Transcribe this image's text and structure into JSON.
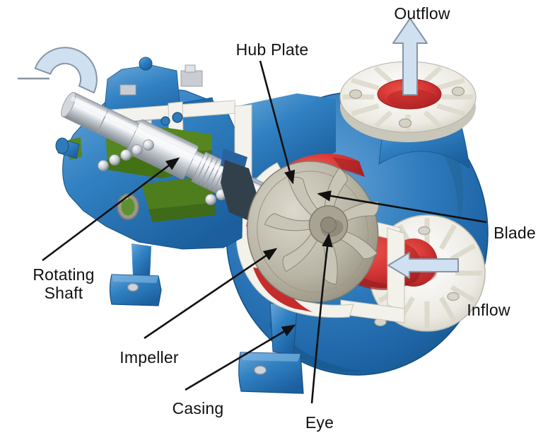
{
  "diagram": {
    "type": "labeled-illustration",
    "subject": "Centrifugal pump cutaway diagram",
    "labels": {
      "outflow": {
        "text": "Outflow"
      },
      "hub_plate": {
        "text": "Hub Plate"
      },
      "rotating_shaft": {
        "text": "Rotating Shaft"
      },
      "impeller": {
        "text": "Impeller"
      },
      "casing": {
        "text": "Casing"
      },
      "eye": {
        "text": "Eye"
      },
      "blade": {
        "text": "Blade"
      },
      "inflow": {
        "text": "Inflow"
      }
    },
    "colors": {
      "background": "#ffffff",
      "label_color": "#111111",
      "flow_arrow_fill": "#cfe0f0",
      "flow_arrow_stroke": "#8895a3",
      "leader_color": "#111111",
      "casing_blue": "#3181c2",
      "casing_blue_dark": "#1b5f9e",
      "volute_red": "#d23434",
      "impeller_gray": "#bdb9ab",
      "oil_green": "#55861f",
      "cut_face_white": "#f2f1ea",
      "shaft_silver": "#c9cdd3"
    }
  }
}
